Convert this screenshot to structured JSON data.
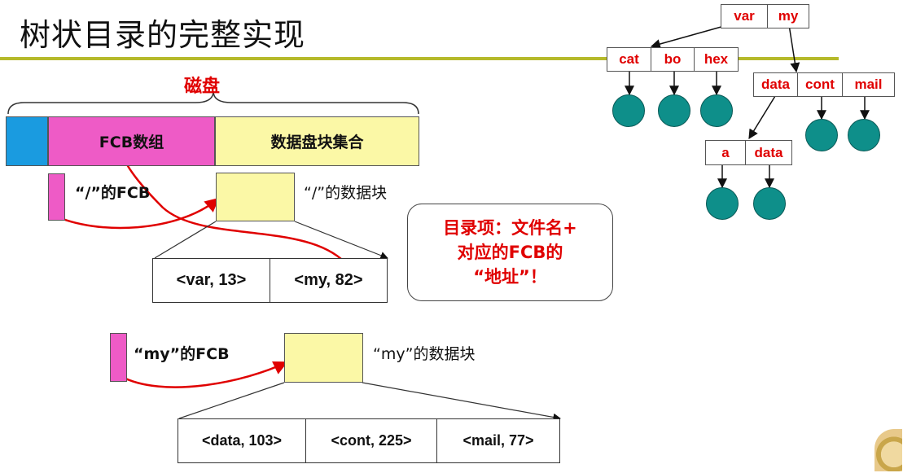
{
  "title": "树状目录的完整实现",
  "disk": {
    "label": "磁盘",
    "fcb_array": "FCB数组",
    "data_blocks": "数据盘块集合",
    "colors": {
      "blue": "#1a9be0",
      "pink": "#ee5bc6",
      "yellow": "#fbf8a6"
    }
  },
  "root": {
    "fcb_label": "“/”的FCB",
    "block_label": "“/”的数据块",
    "entries": [
      "<var, 13>",
      "<my, 82>"
    ]
  },
  "my": {
    "fcb_label": "“my”的FCB",
    "block_label": "“my”的数据块",
    "entries": [
      "<data, 103>",
      "<cont, 225>",
      "<mail, 77>"
    ]
  },
  "callout": {
    "line1": "目录项：文件名+",
    "line2": "对应的FCB的",
    "line3": "“地址”！"
  },
  "tree": {
    "root": [
      "var",
      "my"
    ],
    "var_children": [
      "cat",
      "bo",
      "hex"
    ],
    "my_children": [
      "data",
      "cont",
      "mail"
    ],
    "data_children": [
      "a",
      "data"
    ]
  }
}
